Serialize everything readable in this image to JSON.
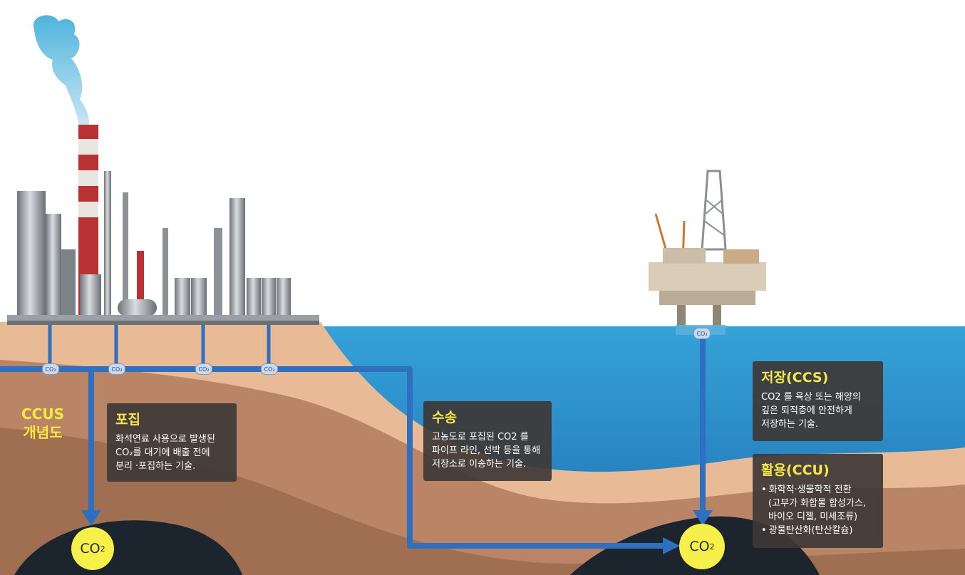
{
  "concept_title": [
    "CCUS",
    "개념도"
  ],
  "capture": {
    "title": "포집",
    "lines": [
      "화석연료 사용으로 발생된",
      "CO₂를 대기에 배출 전에",
      "분리 ·포집하는 기술."
    ]
  },
  "transport": {
    "title": "수송",
    "lines": [
      "고농도로 포집된 CO2 를",
      "파이프 라인, 선박 등을 통해",
      "저장소로 이송하는 기술."
    ]
  },
  "storage": {
    "title": "저장(CCS)",
    "lines": [
      "CO2 를 육상 또는 해양의",
      "깊은 퇴적층에 안전하게",
      "저장하는 기술."
    ]
  },
  "utilization": {
    "title": "활용(CCU)",
    "items": [
      {
        "bullet": true,
        "text": "화학적·생물학적 전환"
      },
      {
        "bullet": false,
        "text": "(고부가 화합물 합성가스,"
      },
      {
        "bullet": false,
        "text": "바이오 디젤, 미세조류)"
      },
      {
        "bullet": true,
        "text": "광물탄산화(탄산칼슘)"
      }
    ]
  },
  "co2_left": {
    "main": "CO",
    "sub": "2"
  },
  "co2_right": {
    "main": "CO",
    "sub": "2"
  },
  "pipe_tag": "CO₂",
  "colors": {
    "sea": "#2a8bc6",
    "pipe": "#2f6fc0",
    "sand": "#e7b994",
    "soil": "#b98462",
    "rock": "#1c242e",
    "co2_ball": "#f6f04a",
    "box_title": "#f5e84a"
  }
}
